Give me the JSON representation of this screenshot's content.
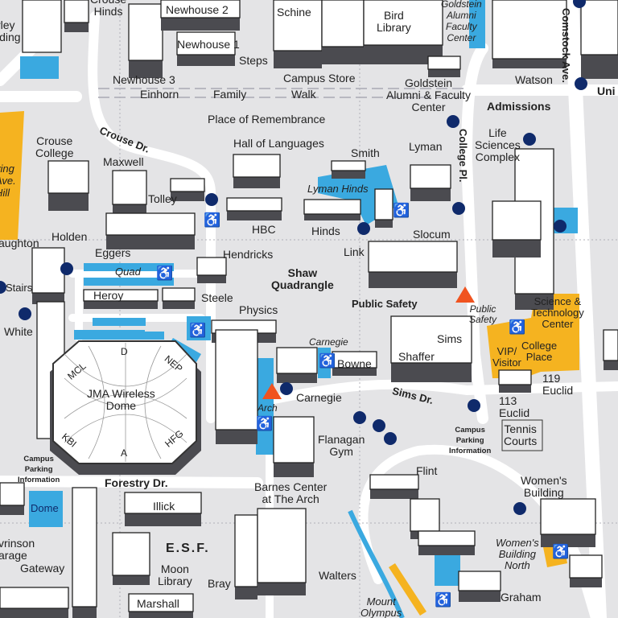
{
  "map_colors": {
    "background": "#e4e4e6",
    "road": "#ffffff",
    "building": "#ffffff",
    "building_shadow": "#4b4b50",
    "parking": "#3aa9e0",
    "accessible": "#f5b320",
    "emergency_phone": "#0f2a6b",
    "accessible_icon": "#f07022",
    "public_safety_marker": "#f0531f"
  },
  "icons": {
    "emergency_phone": "blue-dot",
    "accessible": "wheelchair-icon",
    "parking_info": "parking-booth-icon",
    "public_safety": "triangle-marker"
  },
  "streets": {
    "comstock": "Comstock Ave.",
    "university": "Uni",
    "crouse_dr": "Crouse Dr.",
    "college_pl": "College Pl.",
    "sims_dr": "Sims Dr.",
    "forestry_dr": "Forestry Dr.",
    "irving": "ving\nAve.\nHill",
    "family_walk_1": "Family",
    "family_walk_2": "Walk"
  },
  "buildings": {
    "crouse_hinds": "Crouse\nHinds",
    "hurley": "rley\nlding",
    "newhouse2": "Newhouse 2",
    "newhouse1": "Newhouse 1",
    "newhouse3": "Newhouse 3",
    "einhorn": "Einhorn",
    "schine": "Schine",
    "bird": "Bird\nLibrary",
    "goldstein_top": "Goldstein\nAlumni\nFaculty\nCenter",
    "steps": "Steps",
    "campus_store": "Campus Store",
    "watson": "Watson",
    "goldstein": "Goldstein\nAlumni & Faculty\nCenter",
    "admissions": "Admissions",
    "place_remembrance": "Place of Remembrance",
    "crouse_college": "Crouse\nCollege",
    "maxwell": "Maxwell",
    "hall_languages": "Hall of Languages",
    "smith": "Smith",
    "lyman": "Lyman",
    "life_sciences": "Life\nSciences\nComplex",
    "lyman_hinds": "Lyman Hinds",
    "tolley": "Tolley",
    "hbc": "HBC",
    "hinds": "Hinds",
    "slocum": "Slocum",
    "holden": "Holden",
    "haughton": "aughton",
    "eggers": "Eggers",
    "link": "Link",
    "hendricks": "Hendricks",
    "shaw_quad": "Shaw\nQuadrangle",
    "quad": "Quad",
    "stairs": "Stairs",
    "heroy": "Heroy",
    "steele": "Steele",
    "public_safety": "Public Safety",
    "public_safety_small": "Public\nSafety",
    "physics": "Physics",
    "science_tech": "Science &\nTechnology\nCenter",
    "white": "White",
    "carnegie_lot": "Carnegie",
    "sims": "Sims",
    "shaffer": "Shaffer",
    "vip": "VIP/\nVisitor",
    "college_place": "College\nPlace",
    "bowne": "Bowne",
    "dome_name": "JMA Wireless\nDome",
    "dome_mcl": "MCL",
    "dome_d": "D",
    "dome_nep": "NEP",
    "dome_kbi": "KBI",
    "dome_a": "A",
    "dome_hfg": "HFG",
    "euclid119": "119\nEuclid",
    "carnegie": "Carnegie",
    "euclid113": "113\nEuclid",
    "arch": "Arch",
    "tennis": "Tennis\nCourts",
    "flanagan": "Flanagan\nGym",
    "barnes": "Barnes Center\nat The Arch",
    "flint": "Flint",
    "womens": "Women's\nBuilding",
    "dome_lot": "Dome",
    "illick": "Illick",
    "lawrinson": "vrinson\narage",
    "esf": "E.S.F.",
    "moon": "Moon\nLibrary",
    "womens_north": "Women's\nBuilding\nNorth",
    "gateway": "Gateway",
    "bray": "Bray",
    "walters": "Walters",
    "marshall": "Marshall",
    "graham": "Graham",
    "olympus": "Mount\nOlympus"
  },
  "parking_info": {
    "label": "Campus\nParking\nInformation"
  }
}
